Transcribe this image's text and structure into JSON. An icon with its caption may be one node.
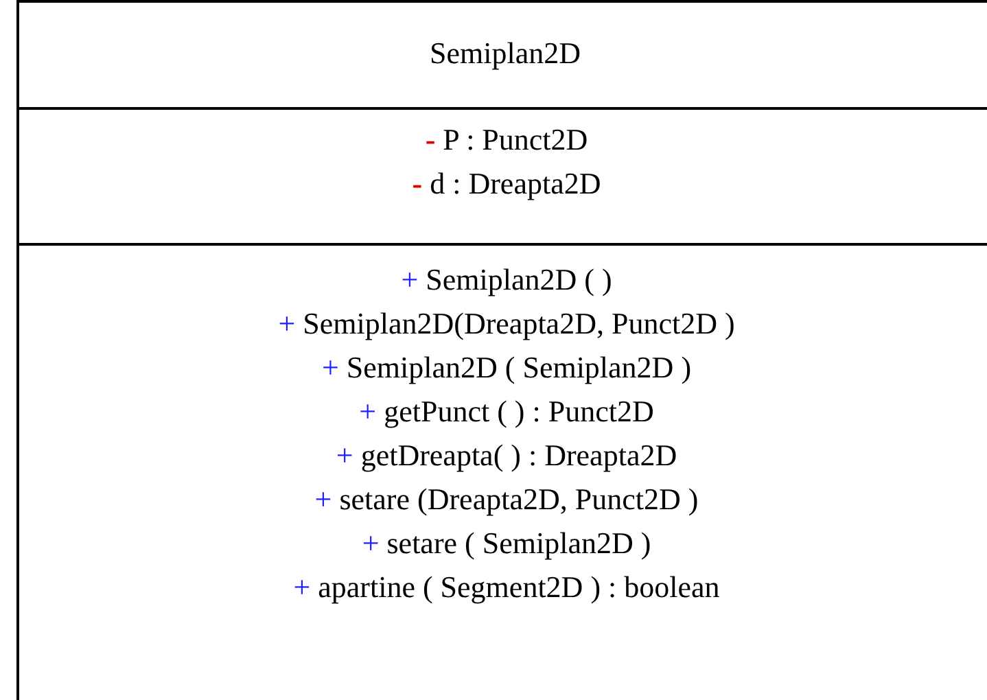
{
  "diagram": {
    "nodes": [
      {
        "text": [
          "Semiplan2D"
        ]
      },
      {
        "text": [
          "- P : Punct2D",
          "- d : Dreapta2D"
        ],
        "in": 0
      },
      {
        "text": [
          "+ Semiplan2D ( )",
          "+ Semiplan2D(Dreapta2D, Punct2D )",
          "+ Semiplan2D ( Semiplan2D )",
          "+ getPunct ( ) : Punct2D",
          "+ getDreapta( ) : Dreapta2D",
          "+ setare (Dreapta2D, Punct2D )",
          "+ setare ( Semiplan2D )",
          "+ apartine ( Segment2D ) : boolean"
        ],
        "in": 0
      }
    ]
  }
}
